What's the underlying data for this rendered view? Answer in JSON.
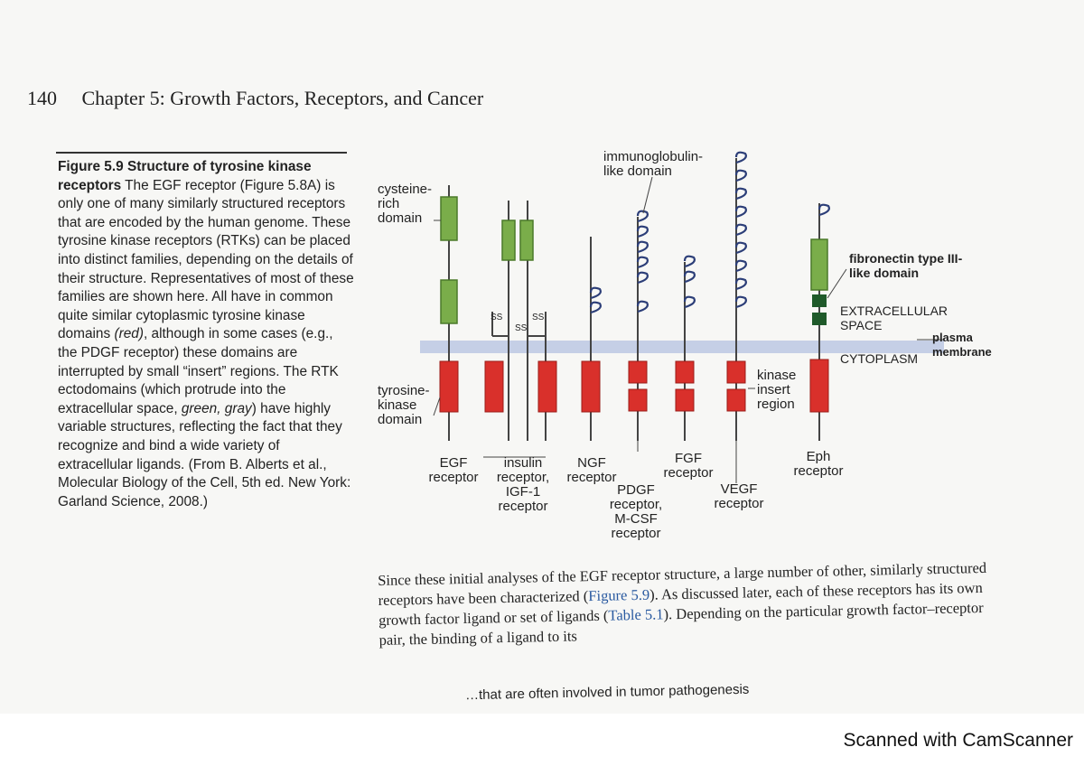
{
  "header": {
    "page_number": "140",
    "chapter_title": "Chapter 5: Growth Factors, Receptors, and Cancer"
  },
  "caption": {
    "title": "Figure 5.9 Structure of tyrosine kinase receptors",
    "text_1": " The EGF receptor (Figure 5.8A) is only one of many similarly structured receptors that are encoded by the human genome. These tyrosine kinase receptors (RTKs) can be placed into distinct families, depending on the details of their structure. Representatives of most of these families are shown here. All have in common quite similar cytoplasmic tyrosine kinase domains ",
    "red": "(red)",
    "text_2": ", although in some cases (e.g., the PDGF receptor) these domains are interrupted by small “insert” regions. The RTK ectodomains (which protrude into the extracellular space, ",
    "green_gray": "green, gray",
    "text_3": ") have highly variable structures, reflecting the fact that they recognize and bind a wide variety of extracellular ligands. (From B. Alberts et al., Molecular Biology of the Cell, 5th ed. New York: Garland Science, 2008.)"
  },
  "diagram": {
    "labels": {
      "cysteine": "cysteine-\nrich\ndomain",
      "immunoglobulin": "immunoglobulin-\nlike domain",
      "fibronectin": "fibronectin type III-\nlike domain",
      "extracellular": "EXTRACELLULAR\nSPACE",
      "plasma_membrane": "plasma\nmembrane",
      "cytoplasm": "CYTOPLASM",
      "kinase_insert": "kinase\ninsert\nregion",
      "tyrosine_kinase": "tyrosine-\nkinase\ndomain",
      "ss": "SS"
    },
    "receptors": [
      "EGF\nreceptor",
      "insulin\nreceptor,\nIGF-1\nreceptor",
      "NGF\nreceptor",
      "PDGF\nreceptor,\nM-CSF\nreceptor",
      "FGF\nreceptor",
      "VEGF\nreceptor",
      "Eph\nreceptor"
    ],
    "colors": {
      "membrane": "#c5cfe6",
      "kinase": "#d9302b",
      "cysteine": "#7aad4a",
      "fibronectin_dark": "#1f5a2a",
      "loops": "#2c3e78"
    }
  },
  "body_text": {
    "t1": "Since these initial analyses of the EGF receptor structure, a large number of other, similarly structured receptors have been characterized (",
    "ref1": "Figure 5.9",
    "t2": "). As discussed later, each of these receptors has its own growth factor ligand or set of ligands (",
    "ref2": "Table 5.1",
    "t3": "). Depending on the particular growth factor–receptor pair, the binding of a ligand to its"
  },
  "footer_fragment": "…that are often involved in tumor pathogenesis",
  "watermark": "Scanned with CamScanner"
}
